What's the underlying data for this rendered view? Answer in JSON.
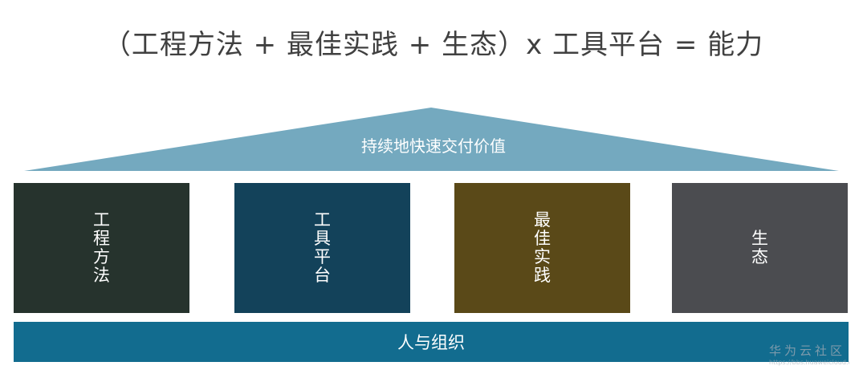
{
  "title": "（工程方法 + 最佳实践 + 生态）x 工具平台 = 能力",
  "roof": {
    "label": "持续地快速交付价值",
    "color": "#74a9bf"
  },
  "pillars": [
    {
      "label": "工程方法",
      "color": "#26332d"
    },
    {
      "label": "工具平台",
      "color": "#13425a"
    },
    {
      "label": "最佳实践",
      "color": "#5a4918"
    },
    {
      "label": "生态",
      "color": "#4b4c50"
    }
  ],
  "foundation": {
    "label": "人与组织",
    "color": "#126c8f"
  },
  "watermark": {
    "text": "华为云社区",
    "url": "https://bbs.huaweicloud.com"
  }
}
